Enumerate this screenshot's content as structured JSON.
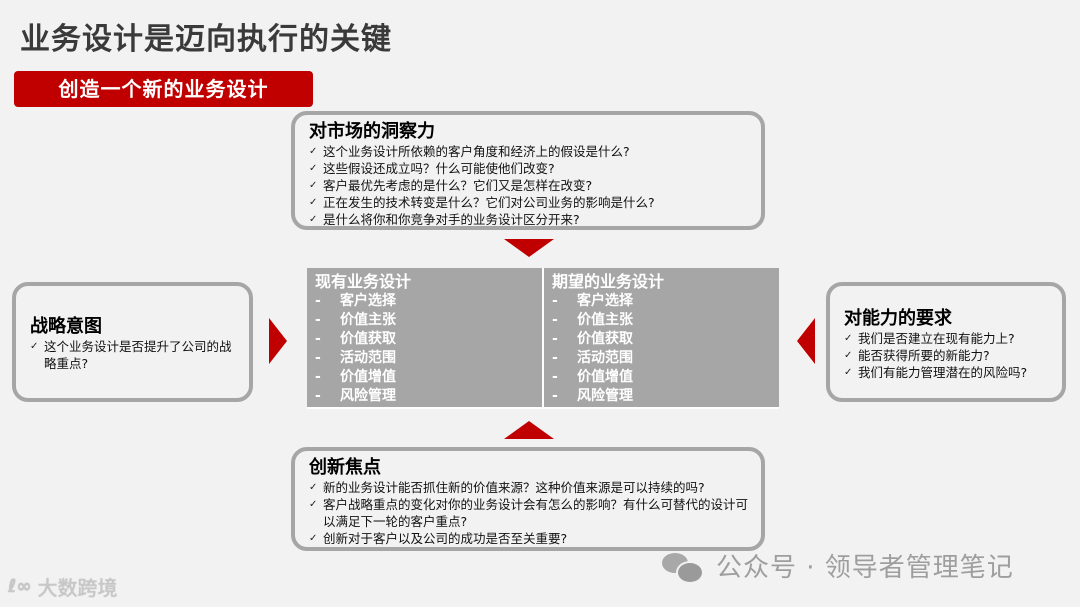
{
  "title": "业务设计是迈向执行的关键",
  "banner": "创造一个新的业务设计",
  "colors": {
    "accent": "#c00000",
    "card_border": "#a6a6a6",
    "panel_bg": "#a6a6a6",
    "background": "#f2f2f2"
  },
  "cards": {
    "top": {
      "heading": "对市场的洞察力",
      "items": [
        "这个业务设计所依赖的客户角度和经济上的假设是什么?",
        "这些假设还成立吗？什么可能使他们改变?",
        "客户最优先考虑的是什么？它们又是怎样在改变?",
        "正在发生的技术转变是什么？它们对公司业务的影响是什么?",
        "是什么将你和你竞争对手的业务设计区分开来?"
      ]
    },
    "left": {
      "heading": "战略意图",
      "items": [
        "这个业务设计是否提升了公司的战略重点?"
      ]
    },
    "right": {
      "heading": "对能力的要求",
      "items": [
        "我们是否建立在现有能力上?",
        "能否获得所要的新能力?",
        "我们有能力管理潜在的风险吗?"
      ]
    },
    "bottom": {
      "heading": "创新焦点",
      "items": [
        "新的业务设计能否抓住新的价值来源？这种价值来源是可以持续的吗?",
        "客户战略重点的变化对你的业务设计会有怎么的影响？有什么可替代的设计可以满足下一轮的客户重点?",
        "创新对于客户以及公司的成功是否至关重要?"
      ]
    }
  },
  "center": {
    "current": {
      "heading": "现有业务设计",
      "items": [
        "客户选择",
        "价值主张",
        "价值获取",
        "活动范围",
        "价值增值",
        "风险管理"
      ]
    },
    "desired": {
      "heading": "期望的业务设计",
      "items": [
        "客户选择",
        "价值主张",
        "价值获取",
        "活动范围",
        "价值增值",
        "风险管理"
      ]
    },
    "dash": "-"
  },
  "icons": {
    "check": "✓",
    "wechat": "wechat-icon"
  },
  "watermarks": {
    "right": "公众号 · 领导者管理笔记",
    "left_logo": "ℓ∞",
    "left": "大数跨境"
  }
}
